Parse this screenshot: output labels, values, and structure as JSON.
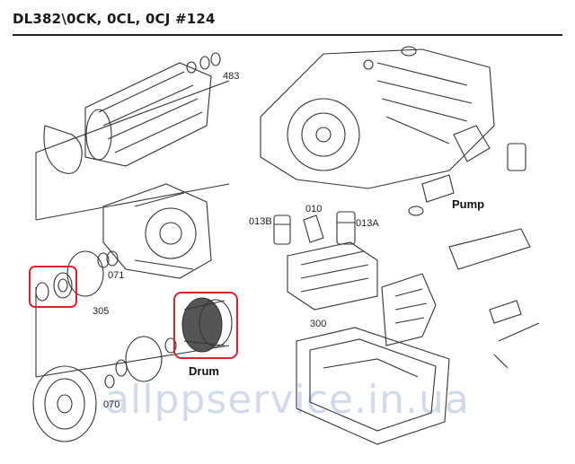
{
  "header": {
    "title": "DL382\\0CK, 0CL, 0CJ    #124"
  },
  "labels": {
    "p483": "483",
    "p071": "071",
    "p305": "305",
    "p070": "070",
    "p013b": "013B",
    "p010": "010",
    "p013a": "013A",
    "p300": "300",
    "pump": "Pump",
    "drum": "Drum"
  },
  "watermark": "allppservice.in.ua",
  "colors": {
    "highlight": "#e0202a",
    "line": "#333333",
    "watermark": "#3c50a0"
  }
}
